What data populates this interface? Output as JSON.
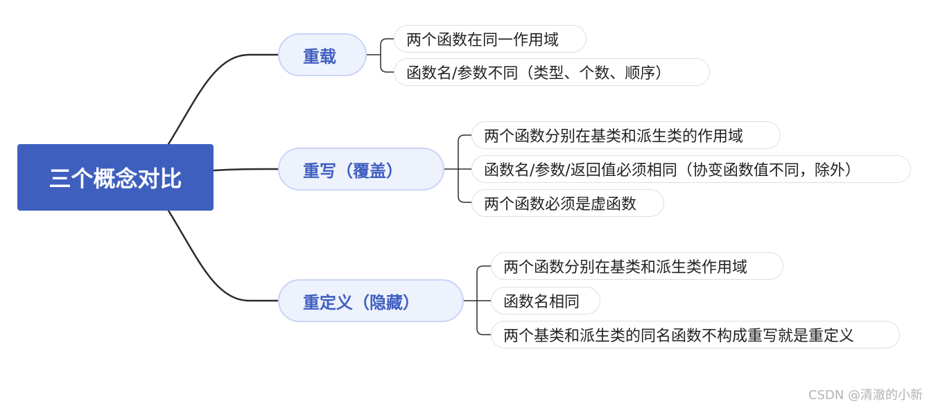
{
  "root": {
    "label": "三个概念对比"
  },
  "topics": [
    {
      "label": "重载",
      "items": [
        "两个函数在同一作用域",
        "函数名/参数不同（类型、个数、顺序）"
      ]
    },
    {
      "label": "重写（覆盖）",
      "items": [
        "两个函数分别在基类和派生类的作用域",
        "函数名/参数/返回值必须相同（协变函数值不同，除外）",
        "两个函数必须是虚函数"
      ]
    },
    {
      "label": "重定义（隐藏）",
      "items": [
        "两个函数分别在基类和派生类作用域",
        "函数名相同",
        "两个基类和派生类的同名函数不构成重写就是重定义"
      ]
    }
  ],
  "watermark": "CSDN @清澈的小新",
  "colors": {
    "root": "#3f5fbf",
    "topic_text": "#3f5fbf",
    "topic_fill": "#eef2fd",
    "topic_border": "#c9d4f5",
    "line": "#2b2b2b"
  }
}
